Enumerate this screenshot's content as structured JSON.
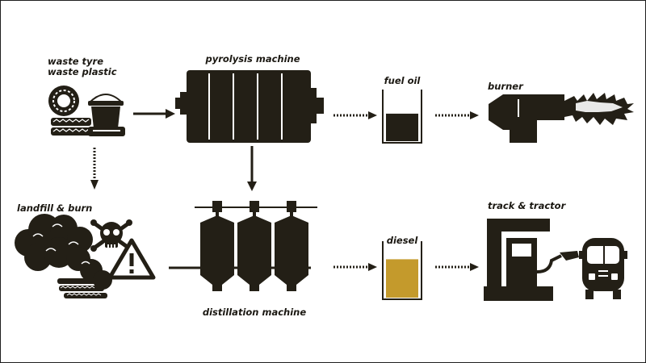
{
  "colors": {
    "ink": "#231f16",
    "diesel": "#c49a2c",
    "background": "#ffffff"
  },
  "labels": {
    "waste_line1": "waste tyre",
    "waste_line2": "waste plastic",
    "pyrolysis": "pyrolysis machine",
    "fuel_oil": "fuel oil",
    "burner": "burner",
    "landfill": "landfill & burn",
    "distillation": "distillation machine",
    "diesel": "diesel",
    "vehicles": "track & tractor"
  },
  "icons": {
    "tyres": "tyre-stack-icon",
    "bucket": "plastic-bucket-icon",
    "pyrolysis_reactor": "pyrolysis-reactor-icon",
    "fuel_oil_beaker": "beaker-icon",
    "burner": "burner-flame-icon",
    "smoke": "smoke-cloud-icon",
    "skull": "skull-crossbones-icon",
    "warning": "warning-triangle-icon",
    "distillation_towers": "distillation-towers-icon",
    "diesel_beaker": "beaker-icon",
    "fuel_pump": "fuel-pump-icon",
    "bus": "bus-icon"
  },
  "levels": {
    "fuel_oil_fill": 0.55,
    "diesel_fill": 0.7
  }
}
